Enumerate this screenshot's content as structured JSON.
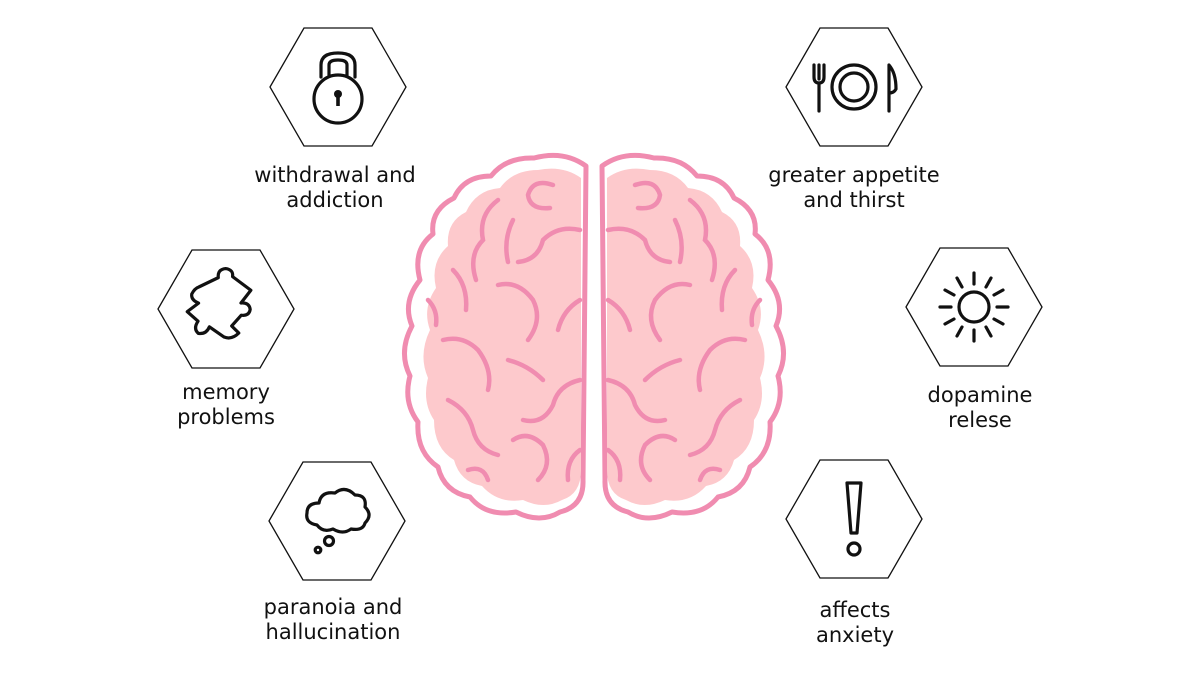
{
  "title": "Effects of cannabis on the brain",
  "colors": {
    "brain_fill": "#fdc9cc",
    "brain_stroke": "#f08cb0",
    "icon": "#111111"
  },
  "effects": [
    {
      "icon": "lock-icon",
      "line1": "withdrawal and",
      "line2": "addiction"
    },
    {
      "icon": "puzzle-icon",
      "line1": "memory",
      "line2": "problems"
    },
    {
      "icon": "thought-cloud-icon",
      "line1": "paranoia and",
      "line2": "hallucination"
    },
    {
      "icon": "fork-plate-knife-icon",
      "line1": "greater appetite",
      "line2": "and thirst"
    },
    {
      "icon": "sun-icon",
      "line1": "dopamine",
      "line2": "relese"
    },
    {
      "icon": "exclamation-icon",
      "line1": "affects",
      "line2": "anxiety"
    }
  ]
}
